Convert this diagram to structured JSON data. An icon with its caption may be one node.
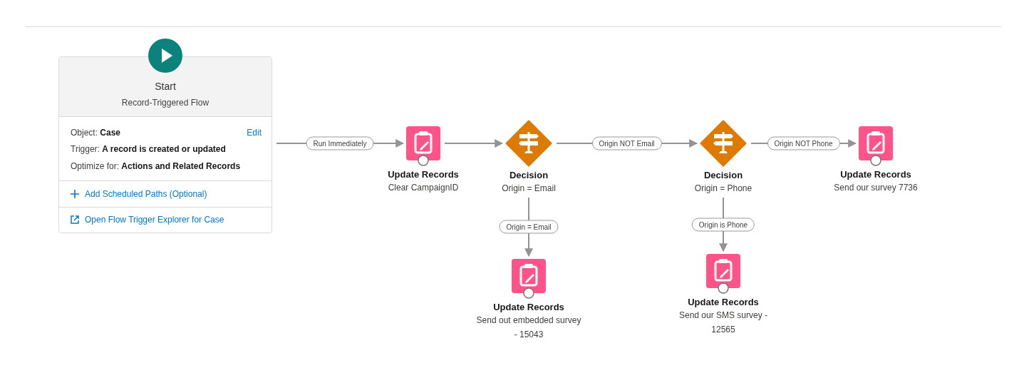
{
  "diagram": {
    "nodes": [
      {
        "text": [
          "Start",
          "Record-Triggered Flow",
          "Object: **Case**",
          "Edit",
          "Trigger: **A record is created or updated**",
          "Optimize for: **Actions and Related Records**",
          "Add Scheduled Paths (Optional)",
          "Open Flow Trigger Explorer for Case"
        ]
      },
      {
        "text": [
          "Update Records",
          "Clear CampaignID"
        ]
      },
      {
        "text": [
          "Decision",
          "Origin = Email"
        ]
      },
      {
        "text": [
          "Decision",
          "Origin = Phone"
        ]
      },
      {
        "text": [
          "Update Records",
          "Send our survey 7736"
        ]
      },
      {
        "text": [
          "Update Records",
          "Send out embedded survey - 15043"
        ]
      },
      {
        "text": [
          "Update Records",
          "Send our SMS survey - 12565"
        ]
      }
    ],
    "edges": [
      {
        "from": 0,
        "to": 1,
        "arrow": "to",
        "label": "Run Immediately"
      },
      {
        "from": 1,
        "to": 2,
        "arrow": "to"
      },
      {
        "from": 2,
        "to": 3,
        "arrow": "to",
        "label": "Origin NOT Email"
      },
      {
        "from": 3,
        "to": 4,
        "arrow": "to",
        "label": "Origin NOT Phone"
      },
      {
        "from": 2,
        "to": 5,
        "arrow": "to",
        "label": "Origin = Email"
      },
      {
        "from": 3,
        "to": 6,
        "arrow": "to",
        "label": "Origin is Phone"
      }
    ]
  }
}
